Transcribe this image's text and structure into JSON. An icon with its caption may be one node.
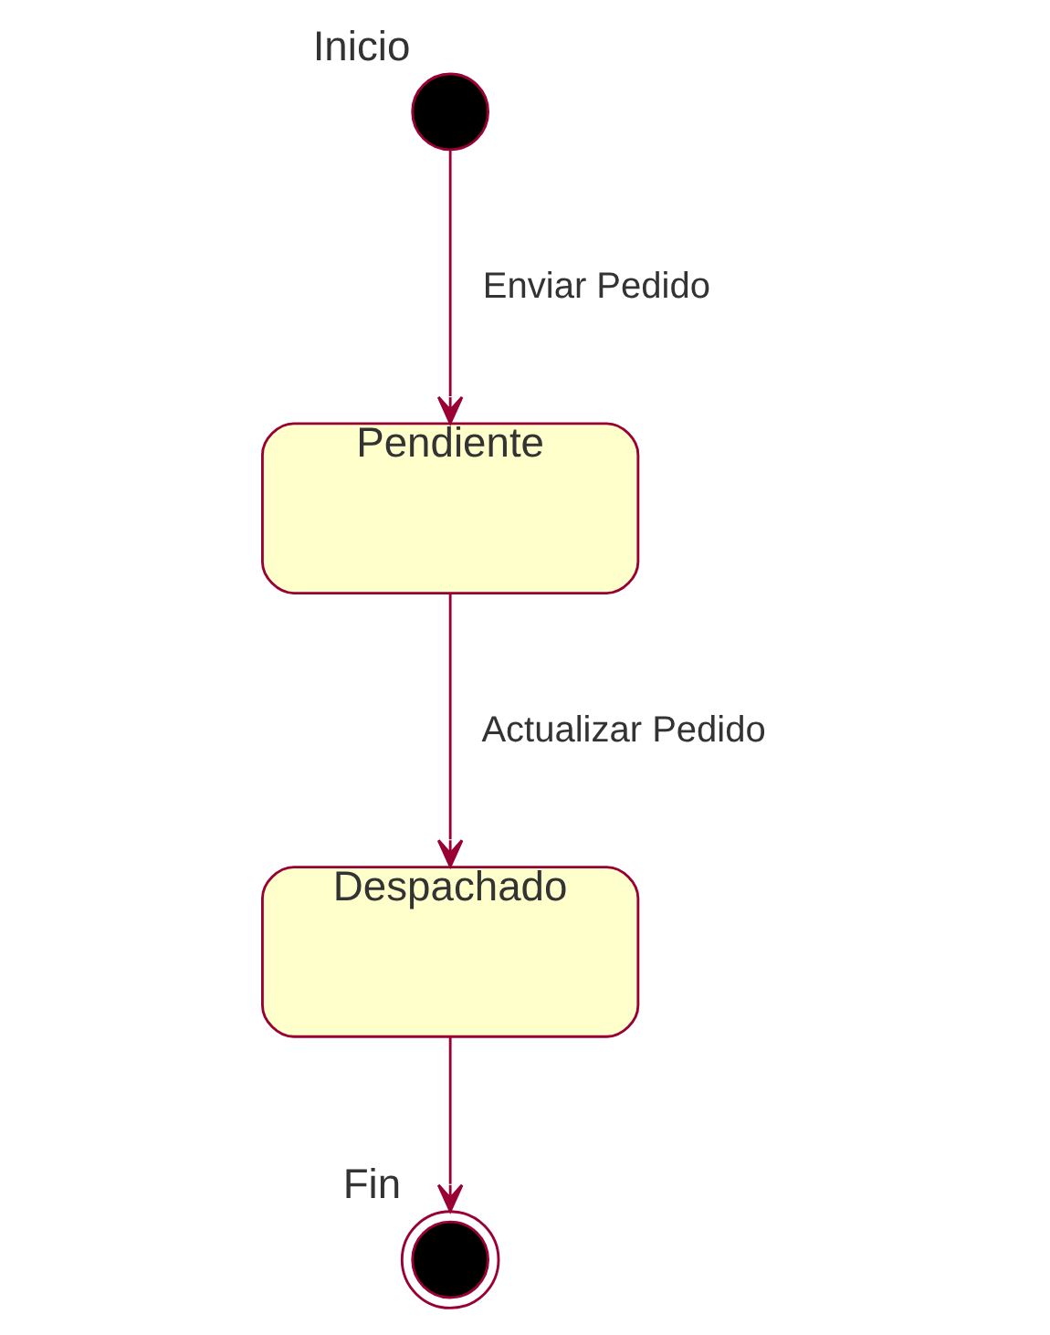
{
  "diagram": {
    "nodes": [
      {
        "text": [],
        "shape": "circle",
        "beside": [
          "Inicio"
        ]
      },
      {
        "text": [
          "Pendiente"
        ]
      },
      {
        "text": [
          "Despachado"
        ]
      },
      {
        "text": [],
        "shape": "bullseye",
        "beside": [
          "Fin"
        ]
      }
    ],
    "edges": [
      {
        "from": 0,
        "to": 1,
        "arrow": "to",
        "label": "Enviar Pedido"
      },
      {
        "from": 1,
        "to": 2,
        "arrow": "to",
        "label": "Actualizar Pedido"
      },
      {
        "from": 2,
        "to": 3,
        "arrow": "to"
      }
    ]
  }
}
